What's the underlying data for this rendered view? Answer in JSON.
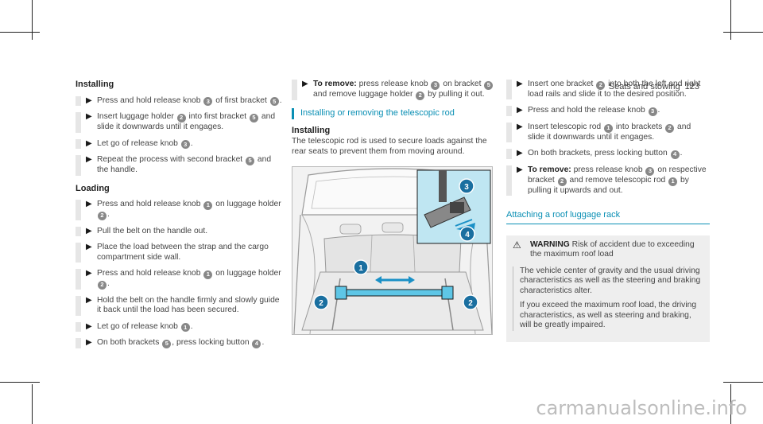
{
  "header": {
    "section": "Seats and stowing",
    "page": "123"
  },
  "col1": {
    "installing_title": "Installing",
    "installing_steps": [
      [
        "Press and hold release knob ",
        "3",
        " of first bracket ",
        "5",
        "."
      ],
      [
        "Insert luggage holder ",
        "2",
        " into first bracket ",
        "5",
        " and slide it downwards until it engages."
      ],
      [
        "Let go of release knob ",
        "3",
        "."
      ],
      [
        "Repeat the process with second bracket ",
        "5",
        " and the handle."
      ]
    ],
    "loading_title": "Loading",
    "loading_steps": [
      [
        "Press and hold release knob ",
        "1",
        " on luggage holder ",
        "2",
        "."
      ],
      [
        "Pull the belt on the handle out."
      ],
      [
        "Place the load between the strap and the cargo compartment side wall."
      ],
      [
        "Press and hold release knob ",
        "1",
        " on luggage holder ",
        "2",
        "."
      ],
      [
        "Hold the belt on the handle firmly and slowly guide it back until the load has been secured."
      ],
      [
        "Let go of release knob ",
        "1",
        "."
      ],
      [
        "On both brackets ",
        "5",
        ", press locking button ",
        "4",
        "."
      ]
    ]
  },
  "col2": {
    "remove_label": "To remove:",
    "remove_parts": [
      " press release knob ",
      "3",
      " on bracket ",
      "5",
      " and remove luggage holder ",
      "2",
      " by pulling it out."
    ],
    "section_title": "Installing or removing the telescopic rod",
    "installing_title": "Installing",
    "installing_text": "The telescopic rod is used to secure loads against the rear seats to prevent them from moving around.",
    "figure_callouts": [
      "1",
      "2",
      "2",
      "3",
      "4"
    ]
  },
  "col3": {
    "steps": [
      [
        "Insert one bracket ",
        "2",
        " into both the left and right load rails and slide it to the desired position."
      ],
      [
        "Press and hold the release knob ",
        "3",
        "."
      ],
      [
        "Insert telescopic rod ",
        "1",
        " into brackets ",
        "2",
        " and slide it downwards until it engages."
      ],
      [
        "On both brackets, press locking button ",
        "4",
        "."
      ]
    ],
    "remove_label": "To remove:",
    "remove_parts": [
      " press release knob ",
      "3",
      " on respective bracket ",
      "2",
      " and remove telescopic rod ",
      "1",
      " by pulling it upwards and out."
    ],
    "section_title": "Attaching a roof luggage rack",
    "warning_title": "WARNING",
    "warning_lead": " Risk of accident due to exceeding the maximum roof load",
    "warning_paras": [
      "The vehicle center of gravity and the usual driving characteristics as well as the steering and braking characteristics alter.",
      "If you exceed the maximum roof load, the driving characteristics, as well as steering and braking, will be greatly impaired."
    ]
  },
  "watermark": "carmanualsonline.info"
}
